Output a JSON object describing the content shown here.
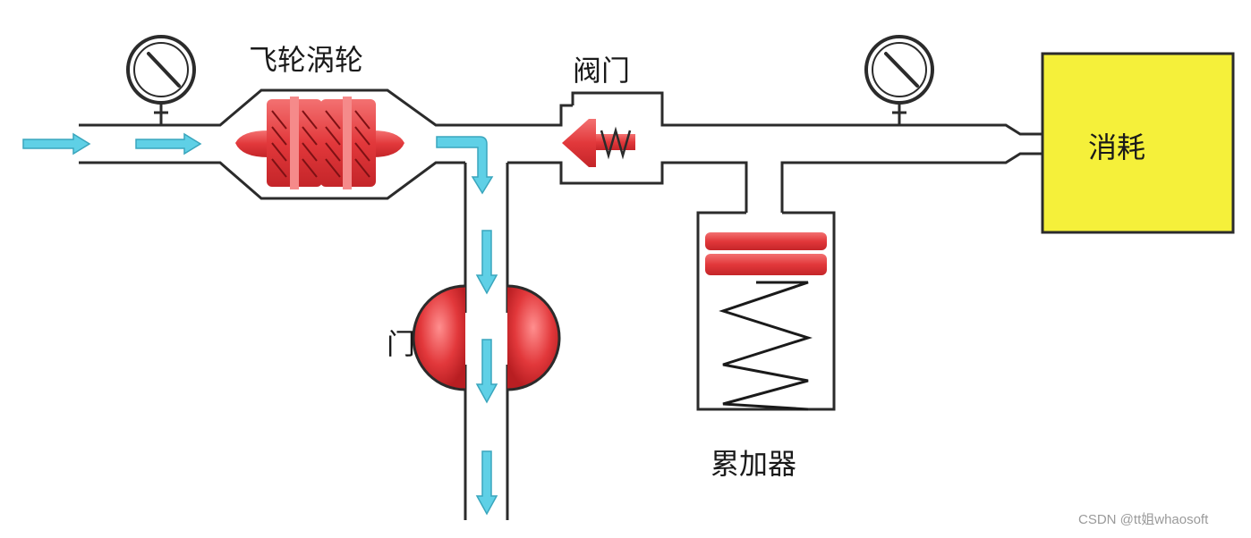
{
  "labels": {
    "flywheel_turbine": "飞轮涡轮",
    "valve": "阀门",
    "consume": "消耗",
    "gate": "门",
    "accumulator": "累加器"
  },
  "watermark": "CSDN @tt姐whaosoft",
  "colors": {
    "pipe": "#2b2b2b",
    "flow_arrow": "#5fd0e6",
    "component_red": "#e2383b",
    "consume_box": "#f5f03a"
  },
  "icons": [
    "pressure-gauge-icon",
    "flow-arrow-icon",
    "spring-icon"
  ]
}
